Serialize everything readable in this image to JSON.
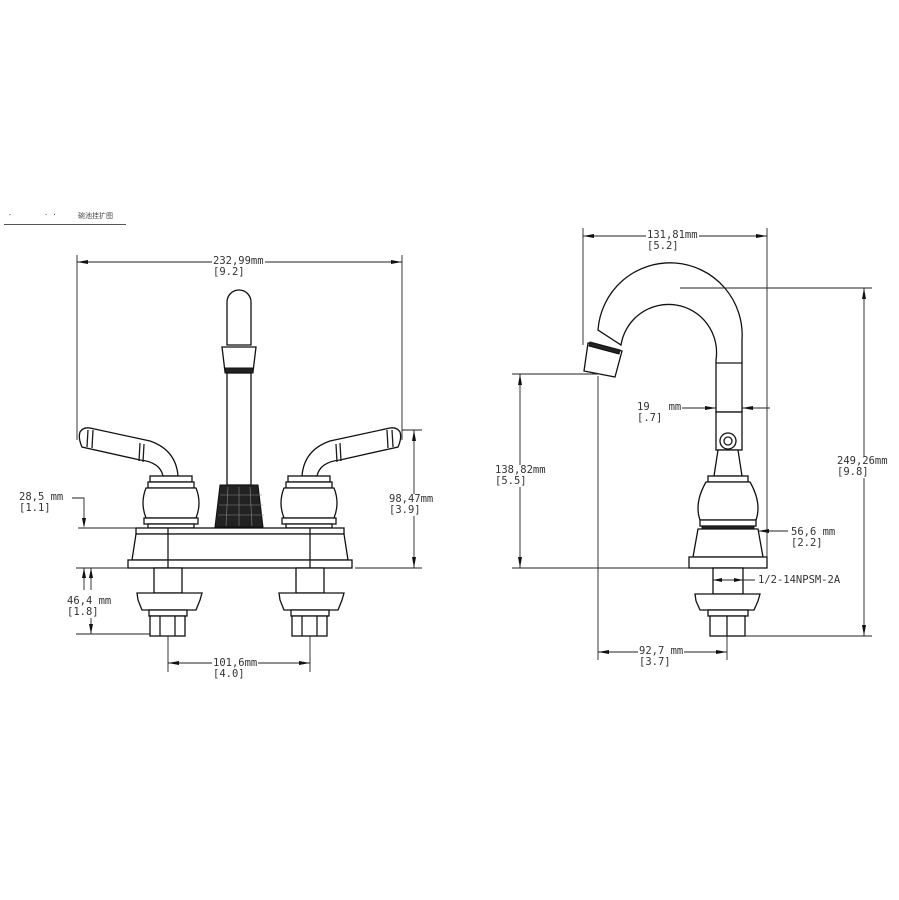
{
  "title_block": {
    "marks": [
      "-",
      "· ·",
      "碗池挂扩图"
    ]
  },
  "front_view": {
    "overall_width": {
      "mm": "232,99mm",
      "in": "[9.2]"
    },
    "handle_height_above_deck": {
      "mm": "28,5 mm",
      "in": "[1.1]"
    },
    "handle_tip_height": {
      "mm": "98,47mm",
      "in": "[3.9]"
    },
    "shank_length": {
      "mm": "46,4 mm",
      "in": "[1.8]"
    },
    "center_spacing": {
      "mm": "101,6mm",
      "in": "[4.0]"
    }
  },
  "side_view": {
    "spout_reach": {
      "mm": "131,81mm",
      "in": "[5.2]"
    },
    "spout_diameter": {
      "mm": "19   mm",
      "in": "[.7]"
    },
    "aerator_height": {
      "mm": "138,82mm",
      "in": "[5.5]"
    },
    "overall_height": {
      "mm": "249,26mm",
      "in": "[9.8]"
    },
    "base_depth": {
      "mm": "56,6 mm",
      "in": "[2.2]"
    },
    "thread_spec": "1/2-14NPSM-2A",
    "shank_offset": {
      "mm": "92,7 mm",
      "in": "[3.7]"
    }
  },
  "colors": {
    "line": "#1a1a1a",
    "text": "#333333",
    "background": "#ffffff"
  }
}
